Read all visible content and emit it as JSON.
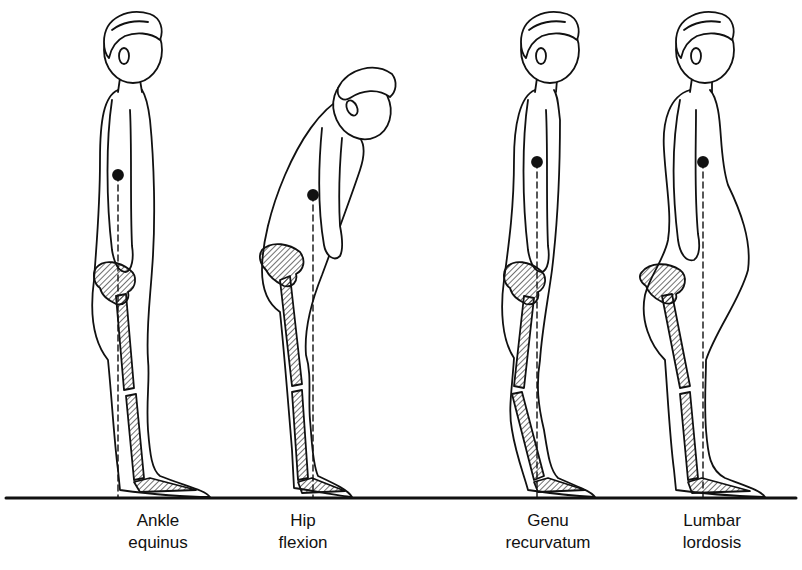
{
  "diagram": {
    "labels": [
      "Ankle equinus",
      "Hip flexion",
      "Genu recurvatum",
      "Lumbar lordosis"
    ]
  }
}
